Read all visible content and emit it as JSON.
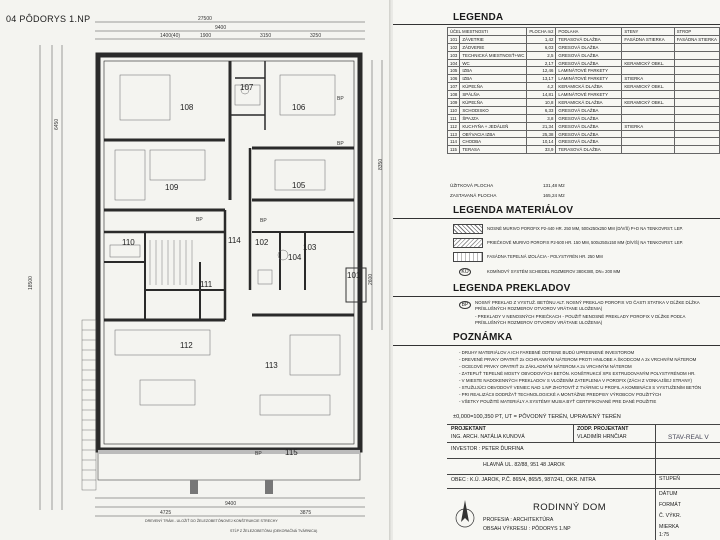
{
  "plan": {
    "title": "04  PÔDORYS 1.NP",
    "rooms": [
      "101",
      "102",
      "103",
      "104",
      "105",
      "106",
      "107",
      "108",
      "109",
      "110",
      "111",
      "112",
      "113",
      "114",
      "115"
    ],
    "dims_top": [
      "27500",
      "9400",
      "1400(40)",
      "3150",
      "3250",
      "1900"
    ],
    "dims_left": [
      "18500",
      "8350",
      "2600",
      "6450"
    ],
    "dims_bottom": [
      "9400",
      "4725",
      "3875"
    ],
    "note_bottom_left": "DREVENÝ TRÁM - ULOŽIŤ DO ŽELEZOBETÓNOVEJ KONŠTRUKCIE STRECHY",
    "note_bottom_mid": "STĹP Z ŽELEZOBETÓNU (DEKORAČNÁ TVÁRNICA)",
    "bp": "BP"
  },
  "legend": {
    "title": "LEGENDA",
    "headers": [
      "ÚČEL MIESTNOSTI",
      "PLOCHA m2",
      "PODLAHA",
      "STENY",
      "STROP"
    ],
    "rows": [
      [
        "101",
        "ZÁVETRIE",
        "1,42",
        "TERASOVÁ DLAŽBA",
        "FASÁDNA STIERKA",
        "FASÁDNA STIERKA"
      ],
      [
        "102",
        "ZÁDVERIE",
        "6,03",
        "GRESOVÁ DLAŽBA",
        "",
        ""
      ],
      [
        "103",
        "TECHNICKÁ MIESTNOSŤ+WC",
        "2,5",
        "GRESOVÁ DLAŽBA",
        "",
        ""
      ],
      [
        "104",
        "WC",
        "2,17",
        "GRESOVÁ DLAŽBA",
        "KERAMICKÝ OBKL.",
        ""
      ],
      [
        "105",
        "IZBA",
        "12,46",
        "LAMINÁTOVÉ PARKETY",
        "",
        ""
      ],
      [
        "106",
        "IZBA",
        "13,17",
        "LAMINÁTOVÉ PARKETY",
        "STIERKA",
        ""
      ],
      [
        "107",
        "KÚPEĽŇA",
        "4,2",
        "KERAMICKÁ DLAŽBA",
        "KERAMICKÝ OBKL.",
        ""
      ],
      [
        "108",
        "SPÁLŇA",
        "14,81",
        "LAMINÁTOVÉ PARKETY",
        "",
        ""
      ],
      [
        "109",
        "KÚPEĽŇA",
        "10,8",
        "KERAMICKÁ DLAŽBA",
        "KERAMICKÝ OBKL.",
        ""
      ],
      [
        "110",
        "SCHODISKO",
        "6,33",
        "GRESOVÁ DLAŽBA",
        "",
        ""
      ],
      [
        "111",
        "ŠPAJZA",
        "3,8",
        "GRESOVÁ DLAŽBA",
        "",
        ""
      ],
      [
        "112",
        "KUCHYŇA + JEDÁLEŇ",
        "21,34",
        "GRESOVÁ DLAŽBA",
        "STIERKA",
        ""
      ],
      [
        "113",
        "OBÝVACIA IZBA",
        "25,38",
        "GRESOVÁ DLAŽBA",
        "",
        ""
      ],
      [
        "114",
        "CHODBA",
        "10,14",
        "GRESOVÁ DLAŽBA",
        "",
        ""
      ],
      [
        "115",
        "TERASA",
        "33,9",
        "TERASOVÁ DLAŽBA",
        "",
        ""
      ]
    ],
    "uzitkova_label": "ÚŽITKOVÁ PLOCHA",
    "uzitkova_value": "131,48 M2",
    "zastavana_label": "ZASTAVANÁ PLOCHA",
    "zastavana_value": "165,24 M2"
  },
  "materials": {
    "title": "LEGENDA MATERIÁLOV",
    "items": [
      "NOSNÉ MURIVO POROFIX P2-440 HR. 250 MM, 500x250x250 MM (D/V/Š) P+D NA TENKOVRST. LEP.",
      "PRIEČKOVÉ MURIVO POROFIX P2-500 HR. 150 MM, 500x250x150 MM (D/V/Š) NA TENKOVRST. LEP.",
      "FASÁDNA TEPELNÁ IZOLÁCIA - POLYSTYRÉN HR. 250 MM",
      "KOMÍNOVÝ SYSTÉM SCHIEDEL ROZMEROV 380X380, DN= 200 MM"
    ],
    "ko": "KO"
  },
  "lintels": {
    "title": "LEGENDA PREKLADOV",
    "bp": "BP",
    "line1": "NOSNÝ PREKLAD Z VYSTUŽ. BETÓNU ALT. NOSNÝ PREKLAD POROFIX VO ČASTI STATIKA V DĹŽKE DĹŽKA",
    "line2": "PRÍSLUŠNÝCH ROZMEROV OTVOROV VRÁTANE ULOŽENIA)",
    "line3": "- PREKLADY V NENOSNÝCH PRIEČKACH - POUŽIŤ NENOSNÉ PREKLADY POROFIX V DĹŽKE PODĽA",
    "line4": "PRÍSLUŠNÝCH ROZMEROV OTVOROV VRÁTANE ULOŽENIA)"
  },
  "notes": {
    "title": "POZNÁMKA",
    "lines": [
      "- DRUHY MATERIÁLOV A ICH FAREBNÉ ODTIENE BUDÚ UPRESNENÉ INVESTOROM",
      "- DREVENÉ PRVKY OPATRIŤ 2x OCHRANNÝM NÁTEROM PROTI HNILOBE A ŠKODCOM A 2x VRCHNÝM NÁTEROM",
      "- OCEĽOVÉ PRVKY OPATRIŤ 2x ZÁKLADNÝM NÁTEROM A 2x VRCHNÝM NÁTEROM",
      "- ZATEPLIŤ TEPELNÉ MOSTY OBVODOVÝCH BETÓN. KONŠTRUKCIÍ XPS EXTRUDOVANÝM POLYSTYRÉNOM HR.",
      "- V MIESTE NADOKENNÝCH PREKLADOV S VLOŽENÍM ZATEPLENIA V POROFIX (ZÁCH Z VONKAJŠEJ STRANY)",
      "- STUŽUJÚCI OBVODOVÝ VENIEC NAD 1.NP ZHOTOVIŤ Z TVÁRNIC U PROFIL A KOMBINÁCII S VYSTUŽENÍM BETÓN",
      "- PRI REALIZÁCII DODRŽAŤ TECHNOLOGICKÉ A MONTÁŽNE PREDPISY VÝROBCOV POUŽITÝCH",
      "- VŠETKY POUŽITÉ MATERIÁLY A SYSTÉMY MUSIA BYŤ CERTIFIKOVANÉ PRE DANÉ POUŽITIE"
    ],
    "level": "±0,000=100,350      PT, UT = PÔVODNÝ TERÉN, UPRAVENÝ TERÉN"
  },
  "titleblock": {
    "projektant_label": "PROJEKTANT",
    "projektant": "ING. ARCH. NATÁLIA KUNOVÁ",
    "zodp_label": "ZODP. PROJEKTANT",
    "zodp": "VLADIMÍR HRNČIAR",
    "investor": "INVESTOR : PETER ĎURFINA",
    "address": "HLAVNÁ UL. 82/88, 951 48 JAROK",
    "obec": "OBEC : K.Ú. JAROK, P.Č. 865/4, 865/5, 987/241, OKR. NITRA",
    "project": "RODINNÝ DOM",
    "profesia": "PROFESIA :  ARCHITEKTÚRA",
    "obsah": "OBSAH VÝKRESU : PÔDORYS 1.NP",
    "company": "STAV-REAL V",
    "stupen_label": "STUPEŇ",
    "datum_label": "DÁTUM",
    "format_label": "FORMÁT",
    "cislo_label": "Č. VÝKR.",
    "mierka_label": "MIERKA",
    "mierka": "1:75"
  }
}
